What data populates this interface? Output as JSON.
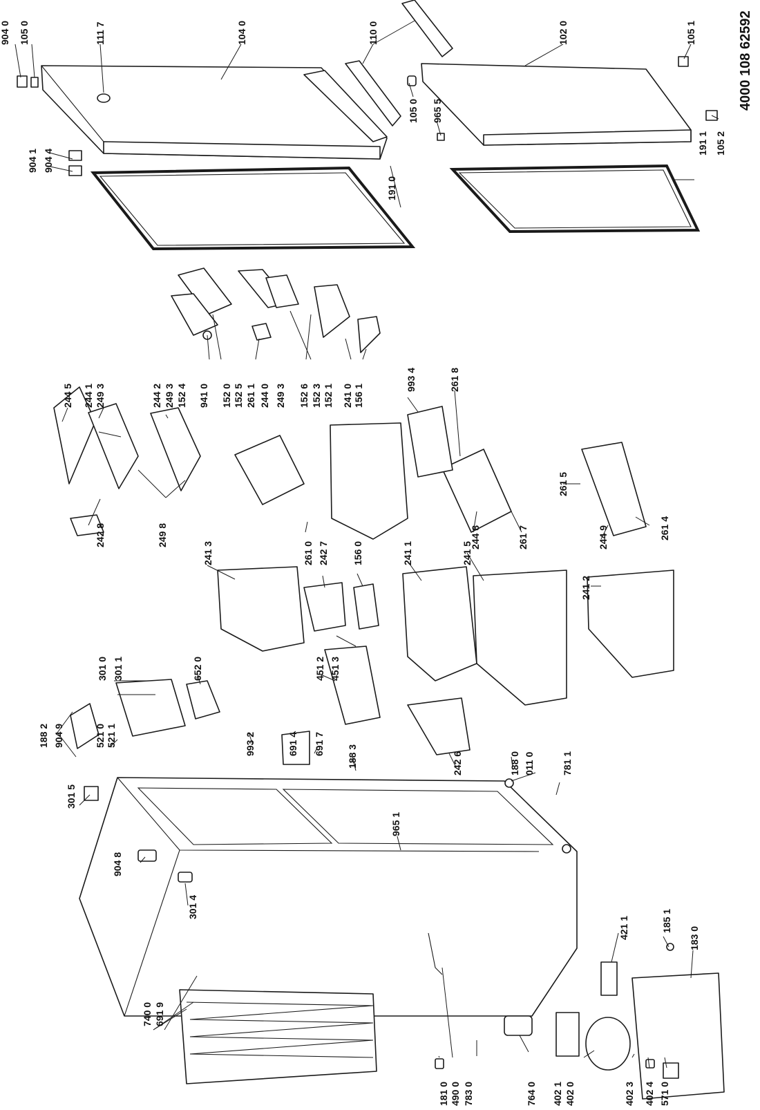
{
  "document_id": "4000 108 62592",
  "part_numbers": [
    "904 0",
    "105 0",
    "111 7",
    "104 0",
    "110 0",
    "102 0",
    "105 1",
    "105 0",
    "965 5",
    "105 2",
    "191 1",
    "904 1",
    "904 4",
    "191 0",
    "244 5",
    "244 1",
    "249 3",
    "244 2",
    "249 3",
    "152 4",
    "941 0",
    "152 0",
    "152 5",
    "261 1",
    "244 0",
    "249 3",
    "152 6",
    "152 3",
    "152 1",
    "241 0",
    "156 1",
    "993 4",
    "261 8",
    "261 5",
    "261 4",
    "244 9",
    "261 7",
    "244 8",
    "241 5",
    "241 1",
    "241 2",
    "242 8",
    "249 8",
    "241 3",
    "261 0",
    "242 7",
    "156 0",
    "451 2",
    "451 3",
    "301 0",
    "301 1",
    "652 0",
    "188 2",
    "904 9",
    "521 0",
    "521 1",
    "993 2",
    "691 4",
    "691 7",
    "188 3",
    "242 6",
    "188 0",
    "011 0",
    "781 1",
    "301 5",
    "965 1",
    "904 8",
    "301 4",
    "421 1",
    "185 1",
    "183 0",
    "740 0",
    "691 9",
    "181 0",
    "490 0",
    "783 0",
    "764 0",
    "402 1",
    "402 0",
    "402 3",
    "402 4",
    "571 0"
  ]
}
